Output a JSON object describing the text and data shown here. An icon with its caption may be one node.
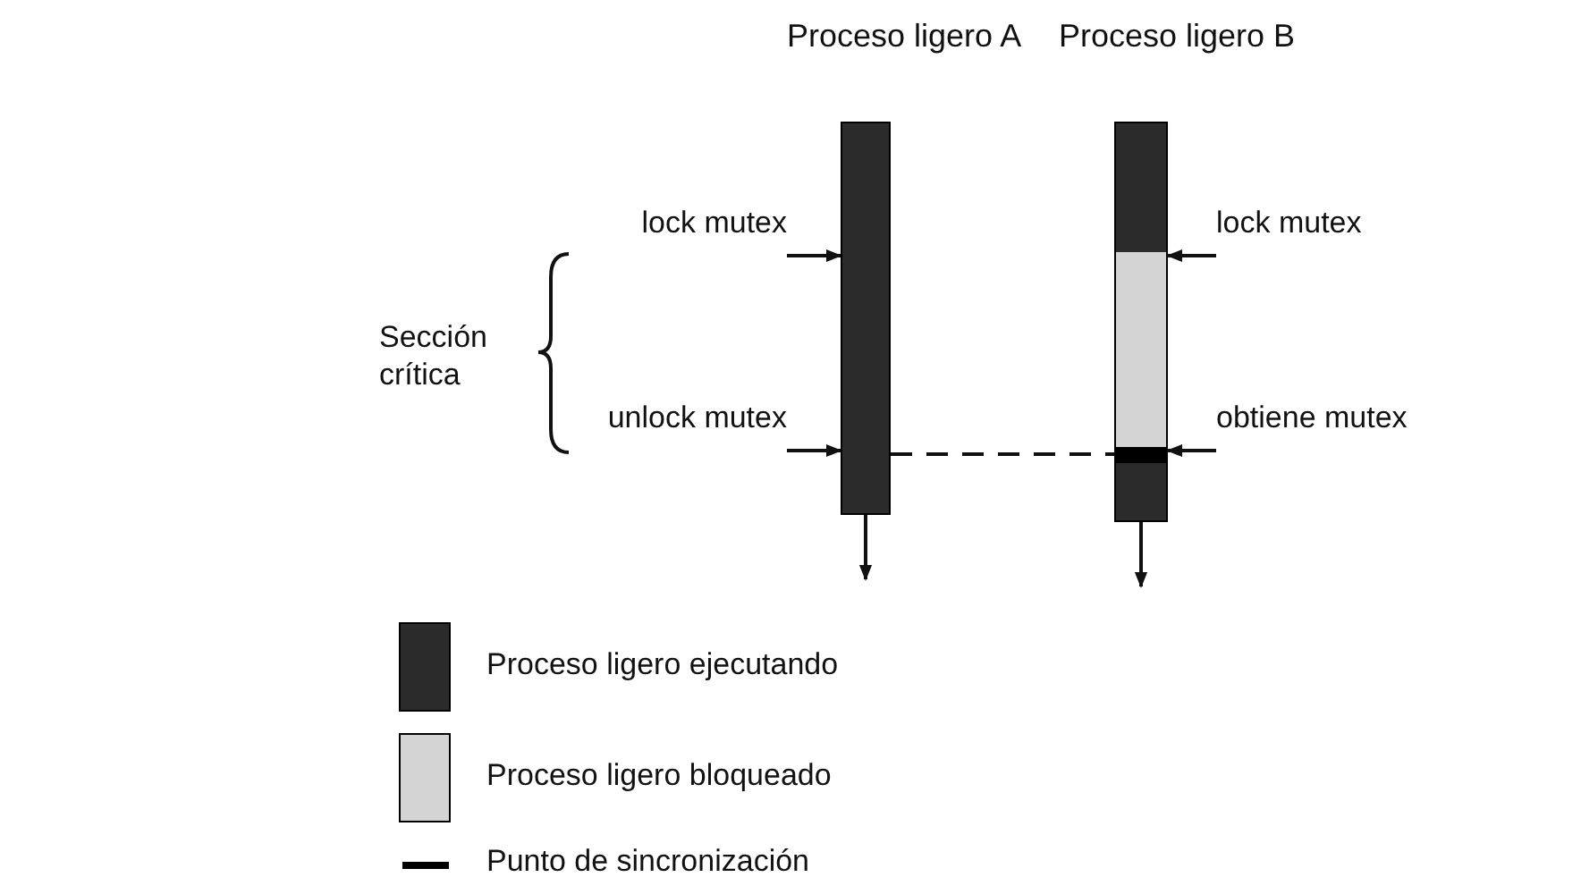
{
  "diagram": {
    "nodes": [
      {
        "text": [
          "Proceso ligero A"
        ]
      },
      {
        "text": [
          "Proceso ligero B"
        ]
      },
      {
        "text": [
          "lock mutex"
        ]
      },
      {
        "text": [
          "unlock mutex"
        ]
      },
      {
        "text": [
          "lock mutex"
        ]
      },
      {
        "text": [
          "obtiene mutex"
        ]
      }
    ],
    "edges": [
      {
        "from": 2,
        "to": 0,
        "arrow": "to"
      },
      {
        "from": 3,
        "to": 0,
        "arrow": "to"
      },
      {
        "from": 4,
        "to": 1,
        "arrow": "to"
      },
      {
        "from": 5,
        "to": 1,
        "arrow": "to"
      },
      {
        "from": 0,
        "to": 1,
        "arrow": "none",
        "style": "dashed"
      },
      {
        "from": 0,
        "to": null,
        "arrow": "to"
      },
      {
        "from": 1,
        "to": null,
        "arrow": "to"
      }
    ],
    "labels": [
      "Sección crítica"
    ],
    "legend": [
      {
        "text": "Proceso ligero ejecutando",
        "color": "#2b2b2b"
      },
      {
        "text": "Proceso ligero bloqueado",
        "color": "#d4d4d4"
      },
      {
        "text": "Punto de sincronización"
      }
    ]
  }
}
